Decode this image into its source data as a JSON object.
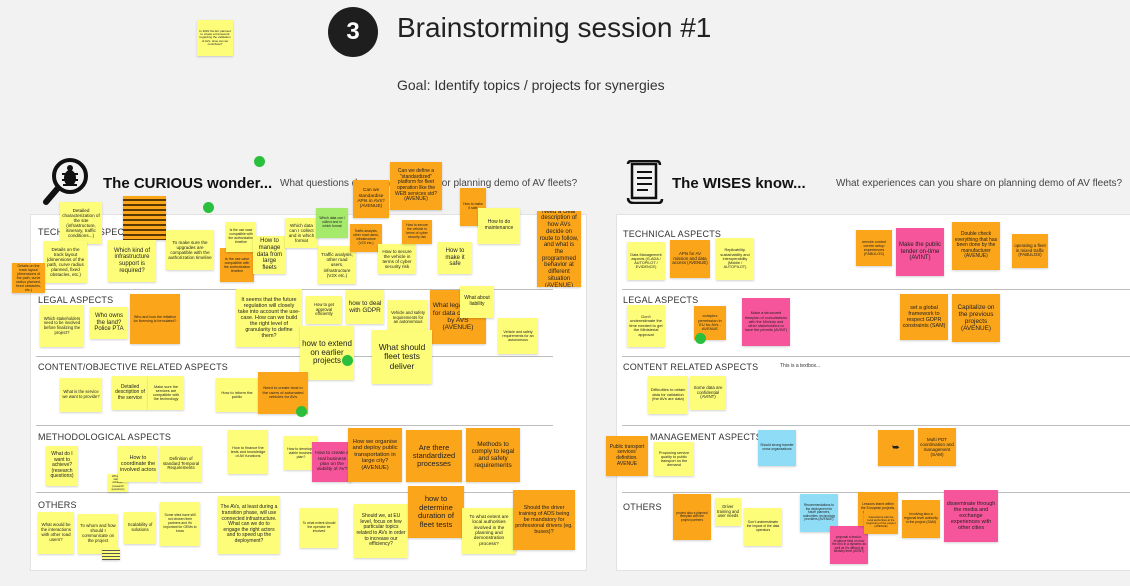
{
  "header": {
    "number": "3",
    "title": "Brainstorming session #1",
    "goal": "Goal: Identify topics / projects for synergies",
    "top_note": "In 2020 the EC planned to create a framework regarding the validation of AVs. How can we contribute?"
  },
  "colors": {
    "yellow": "#fdfd7a",
    "orange": "#fba51b",
    "pink": "#f7559b",
    "blue": "#8fdcf7",
    "green": "#a6ea6c",
    "dot": "#2bbf3e"
  },
  "curious": {
    "icon": "bug-search-icon",
    "title": "The CURIOUS wonder...",
    "question": "What questions do you need to ask for planning demo of AV fleets?",
    "sections": [
      "TECHNICAL ASPECTS",
      "LEGAL ASPECTS",
      "CONTENT/OBJECTIVE RELATED ASPECTS",
      "METHODOLOGICAL ASPECTS",
      "OTHERS"
    ],
    "notes": [
      "Detailed characterization of the site (infrastructure, itinerary, traffic conditions...)",
      "Details on the track layout (dimensions of the path, curve radius planned, fixed obstacles, etc.)",
      "Which kind of infrastructure support is required?",
      "Is the use case compatible with the authorization timeline",
      "To make sure the upgrades are compatible with the authorization timeline",
      "How to manage data from large fleets",
      "Which data can I collect and in which format",
      "Traffic analysis, other road users, infrastructure (V2X etc.)",
      "Can we standardise APIs in AVs? (AVENUE)",
      "Can we define a \"standardized\" platform for fleet operation like the WEB services std? (AVENUE)",
      "How to secure the vehicle in terms of cyber security risk",
      "How to make it safe",
      "How to do maintenance",
      "Need a clear description of how AVs decide on route to follow, and what is the programmed behavior at different situation (AVENUE)",
      "Which stakeholders need to be involved before finalizing the project?",
      "Who owns the land? Police PTA",
      "Who and how the initiative for licensing is formulated?",
      "It seems that the future regulation will closely take into account the use-case. How can we build the right level of granularity to define them?",
      "How to get approval efficiently",
      "how to deal with GDPR",
      "What legal status for data collected by AVS (AVENUE)",
      "What about liability",
      "Vehicle and safety requirements for an autonomous",
      "how to extend on earlier projects",
      "What should fleet tests deliver",
      "What is the service we want to provide?",
      "Detailed description of the service",
      "Make sure the services are compatible with the technology",
      "How to inform the public",
      "Need to create trust in the users of automated vehicles for AVs",
      "What do I want to achieve? (research questions)",
      "How to coordinate the involved actors",
      "Definition of standard Temporal Requirements",
      "How to finance the tests and knowledge of AV functions",
      "How to develop a viable business plan?",
      "How to create a real business plan on the viability of AV?",
      "How we organise and deploy public transportation in large city? (AVENUE)",
      "Are there standardized processes",
      "Methods to comply to legal and safety requirements",
      "What would be the interactions with other road users?",
      "To whom and how should I communicate on the project",
      "Scalability of solutions",
      "Some sites have still not chosen their partners and it's important for OEMs to know",
      "The AVs, at least during a transition phase, will use connected infrastructure. What can we do to engage the right actors and to speed up the deployment?",
      "To what extent should the operator be involved",
      "Should we, at EU level, focus on few particular topics related to AVs in order to increase our efficiency?",
      "how to determine duration of fleet tests",
      "To what extent are local authorities involved in the planning and demonstration process?",
      "Should the driver training of ADS being be mandatory for professional drivers (eg. buses)?"
    ]
  },
  "wises": {
    "icon": "scroll-icon",
    "title": "The WISES know...",
    "question": "What experiences can you share on planning demo of AV fleets?",
    "sections": [
      "TECHNICAL ASPECTS",
      "LEGAL ASPECTS",
      "CONTENT RELATED ASPECTS",
      "MANAGEMENT ASPECTS",
      "OTHERS"
    ],
    "textbox": "This is a textbox...",
    "notes": [
      "Data Management aspects (G-ADA / AUTOPILOT / EVIDENCE)",
      "APIs for AV mission and data access (AVENUE)",
      "Replicability, sustainability and interoperability (Mobile / AUTOPILOT)",
      "remote control centre setup experiences (FABULOS)",
      "Make the public tender on-time (AVINT)",
      "Double check everything that has been done by the manufacturer (AVENUE)",
      "operating a fleet in mixed traffic (FABULOS)",
      "Don't underestimate the time needed to get the Ministerial approval",
      "complex permission in EU for AVs - AVENUE",
      "Make a structured timeplan of consultations with the Ministry and other stakeholders to have the permits (AVINT)",
      "set a global framework to respect GDPR constraints (SAM)",
      "Capitalize on the previous projects (AVENUE)",
      "Difficulties to obtain data for validation (the AVs are data)",
      "Some data are confidential (AVINT)",
      "Public transport services' definition. AVENUE",
      "Proposing service quality to public transport on the demand",
      "Should strong transfer cross organisations",
      "Multi PDT coordination and management (SAM)",
      "project also a planned timeplan with the project partners",
      "Driver training and user needs",
      "Don't underestimate the impact of the data operators",
      "Recommendations to the deployment for future planners, authorities, technology providers (AVENUE)",
      "Lessons learnt within the European projects, multi-partner set-up",
      "Interactions with the local authorities at the beginning of the project (AVENUE)",
      "Involving also a regional level authority in the project (SAM)",
      "disseminate through the media and exchange experiences with other cities",
      "proposal a lead-in-evidence field on how the AVs in a dynamic as well as it's difficult at Ministry level (AVINT)"
    ]
  }
}
